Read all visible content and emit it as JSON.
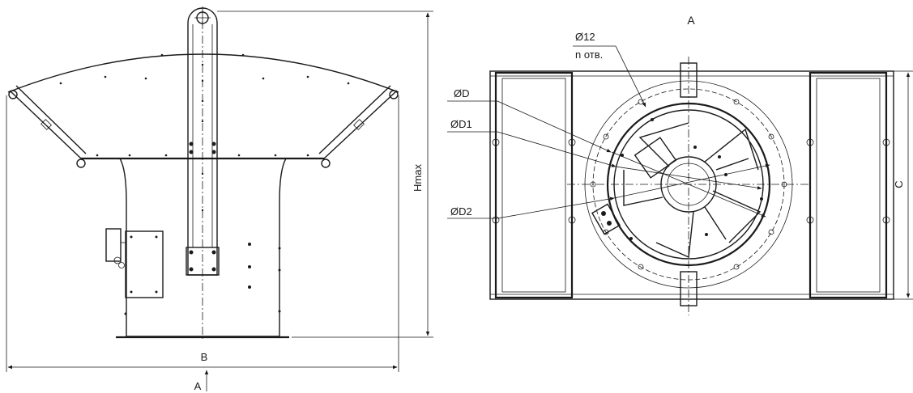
{
  "labels": {
    "side_view": {
      "height_dim": "Hmax",
      "width_dim": "B",
      "view_marker": "A"
    },
    "top_view": {
      "view_title": "A",
      "hole_dia": "Ø12",
      "hole_count": "n отв.",
      "dia_d": "ØD",
      "dia_d1": "ØD1",
      "dia_d2": "ØD2",
      "width_dim": "C"
    }
  },
  "colors": {
    "line": "#1a1a1a",
    "background": "#ffffff"
  }
}
